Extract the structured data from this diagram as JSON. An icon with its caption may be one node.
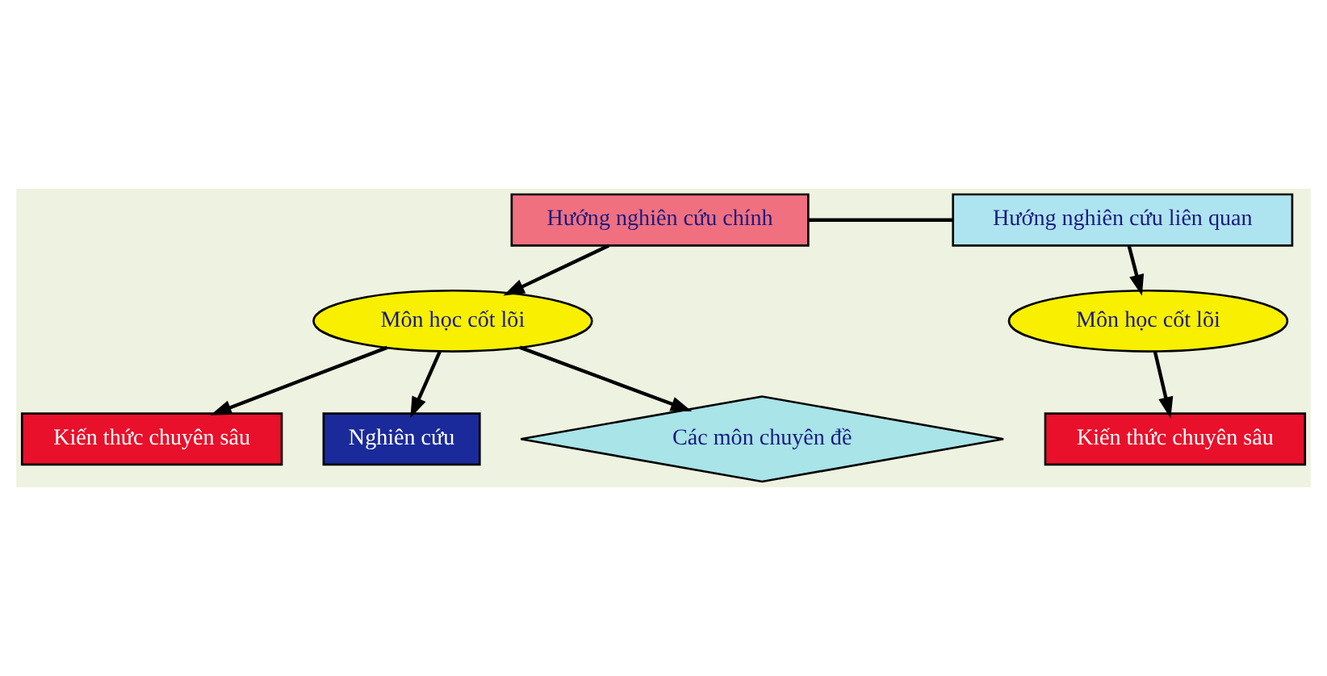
{
  "diagram": {
    "nodes": [
      {
        "text": [
          "Hướng nghiên cứu chính"
        ]
      },
      {
        "text": [
          "Hướng nghiên cứu liên quan"
        ]
      },
      {
        "text": [
          "Môn học cốt lõi"
        ]
      },
      {
        "text": [
          "Môn học cốt lõi"
        ]
      },
      {
        "text": [
          "Kiến thức chuyên sâu"
        ]
      },
      {
        "text": [
          "Nghiên cứu"
        ]
      },
      {
        "text": [
          "Các môn chuyên đề"
        ]
      },
      {
        "text": [
          "Kiến thức chuyên sâu"
        ]
      }
    ],
    "edges": [
      {
        "from": 0,
        "to": 1,
        "arrow": "none"
      },
      {
        "from": 0,
        "to": 2,
        "arrow": "to"
      },
      {
        "from": 2,
        "to": 4,
        "arrow": "to"
      },
      {
        "from": 2,
        "to": 5,
        "arrow": "to"
      },
      {
        "from": 2,
        "to": 6,
        "arrow": "to"
      },
      {
        "from": 1,
        "to": 3,
        "arrow": "to"
      },
      {
        "from": 3,
        "to": 7,
        "arrow": "to"
      }
    ]
  }
}
